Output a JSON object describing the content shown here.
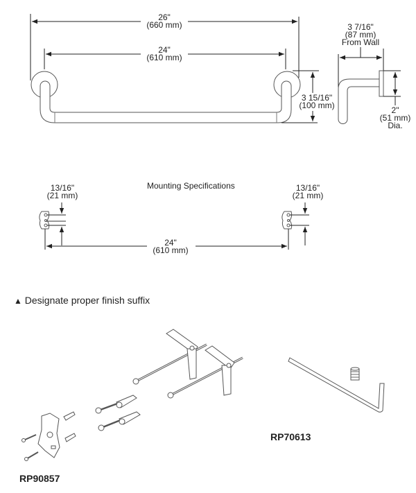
{
  "top_view": {
    "overall_length": {
      "in": "26\"",
      "mm": "(660 mm)"
    },
    "center_length": {
      "in": "24\"",
      "mm": "(610 mm)"
    },
    "height": {
      "in": "3 15/16\"",
      "mm": "(100 mm)"
    }
  },
  "side_view": {
    "projection": {
      "in": "3 7/16\"",
      "mm": "(87 mm)",
      "note": "From Wall"
    },
    "flange_diameter": {
      "in": "2\"",
      "mm": "(51 mm)",
      "note": "Dia."
    }
  },
  "mounting": {
    "title": "Mounting Specifications",
    "left_offset": {
      "in": "13/16\"",
      "mm": "(21 mm)"
    },
    "right_offset": {
      "in": "13/16\"",
      "mm": "(21 mm)"
    },
    "spacing": {
      "in": "24\"",
      "mm": "(610 mm)"
    }
  },
  "finish_note": {
    "icon": "triangle-icon",
    "symbol": "▲",
    "text": "Designate proper finish suffix"
  },
  "parts": [
    {
      "id": "RP90857"
    },
    {
      "id": "RP70613"
    }
  ]
}
